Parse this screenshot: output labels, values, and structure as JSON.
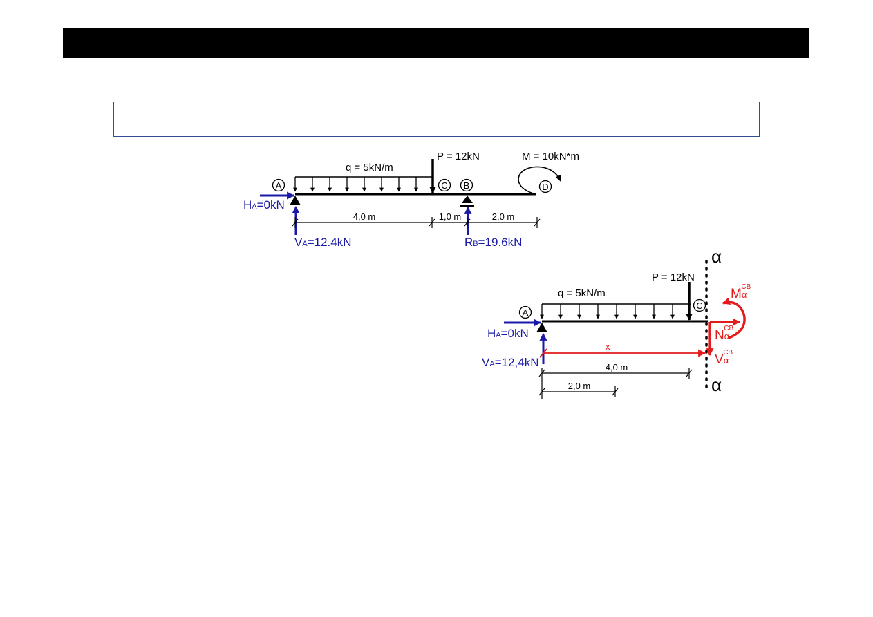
{
  "colors": {
    "reaction": "#1a1aa6",
    "internal": "#e31b1b",
    "structure": "#000000",
    "box_border": "#2f4f8f"
  },
  "diagram1": {
    "node_a": "A",
    "node_b": "B",
    "node_c": "C",
    "node_d": "D",
    "load_q": "q = 5kN/m",
    "load_p": "P = 12kN",
    "moment_m": "M = 10kN*m",
    "ha_main": "H",
    "ha_sub": "A",
    "ha_value": "=0kN",
    "va_main": "V",
    "va_sub": "A",
    "va_value": "=12.4kN",
    "rb_main": "R",
    "rb_sub": "B",
    "rb_value": "=19.6kN",
    "dim_ac": "4,0 m",
    "dim_cb": "1,0 m",
    "dim_bd": "2,0 m"
  },
  "diagram2": {
    "node_a": "A",
    "node_c": "C",
    "load_q": "q = 5kN/m",
    "load_p": "P = 12kN",
    "ha_main": "H",
    "ha_sub": "A",
    "ha_value": "=0kN",
    "va_main": "V",
    "va_sub": "A",
    "va_value": "=12,4kN",
    "x_label": "x",
    "dim_1": "4,0 m",
    "dim_2": "2,0 m",
    "alpha_top": "α",
    "alpha_bottom": "α",
    "m_main": "M",
    "m_sub": "α",
    "m_sup": "CB",
    "n_main": "N",
    "n_sub": "α",
    "n_sup": "CB",
    "v_main": "V",
    "v_sub": "α",
    "v_sup": "CB"
  }
}
